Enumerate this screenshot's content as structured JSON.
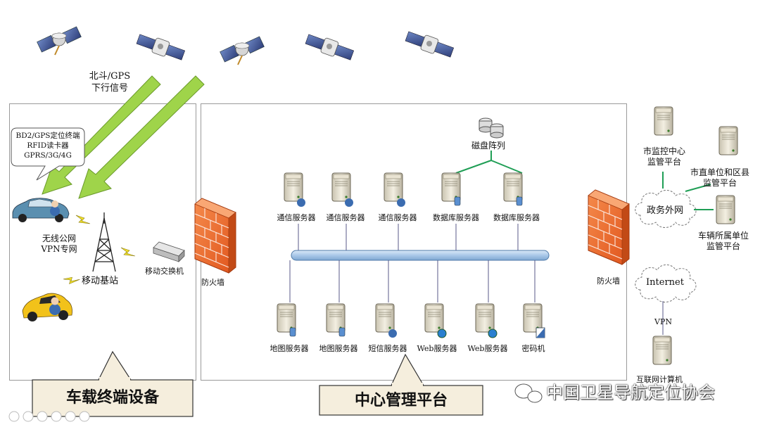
{
  "signal_label": [
    "北斗/GPS",
    "下行信号"
  ],
  "terminal_bubble": [
    "BD2/GPS定位终端",
    "RFID读卡器",
    "GPRS/3G/4G"
  ],
  "wireless_label": [
    "无线公网",
    "VPN专网"
  ],
  "base_station_label": "移动基站",
  "mobile_switch_label": "移动交换机",
  "firewall_left_label": "防火墙",
  "firewall_right_label": "防火墙",
  "disk_array_label": "磁盘阵列",
  "top_servers": [
    "通信服务器",
    "通信服务器",
    "通信服务器",
    "数据库服务器",
    "数据库服务器"
  ],
  "bottom_servers": [
    "地图服务器",
    "地图服务器",
    "短信服务器",
    "Web服务器",
    "Web服务器",
    "密码机"
  ],
  "external_nodes": {
    "city_center": [
      "市监控中心",
      "监管平台"
    ],
    "city_units": [
      "市直单位和区县",
      "监管平台"
    ],
    "vehicle_units": [
      "车辆所属单位",
      "监管平台"
    ],
    "gov_network": "政务外网",
    "internet": "Internet",
    "vpn": "VPN",
    "internet_pc": "互联网计算机"
  },
  "section_labels": {
    "vehicle_terminal": "车载终端设备",
    "center_platform": "中心管理平台"
  },
  "watermark": "中国卫星导航定位协会",
  "colors": {
    "signal_arrow": "#9fd44a",
    "bus": "#b7d3ee",
    "network_link": "#1f9e55",
    "firewall": "#f06a2a",
    "label_box": "#f5eedd"
  }
}
